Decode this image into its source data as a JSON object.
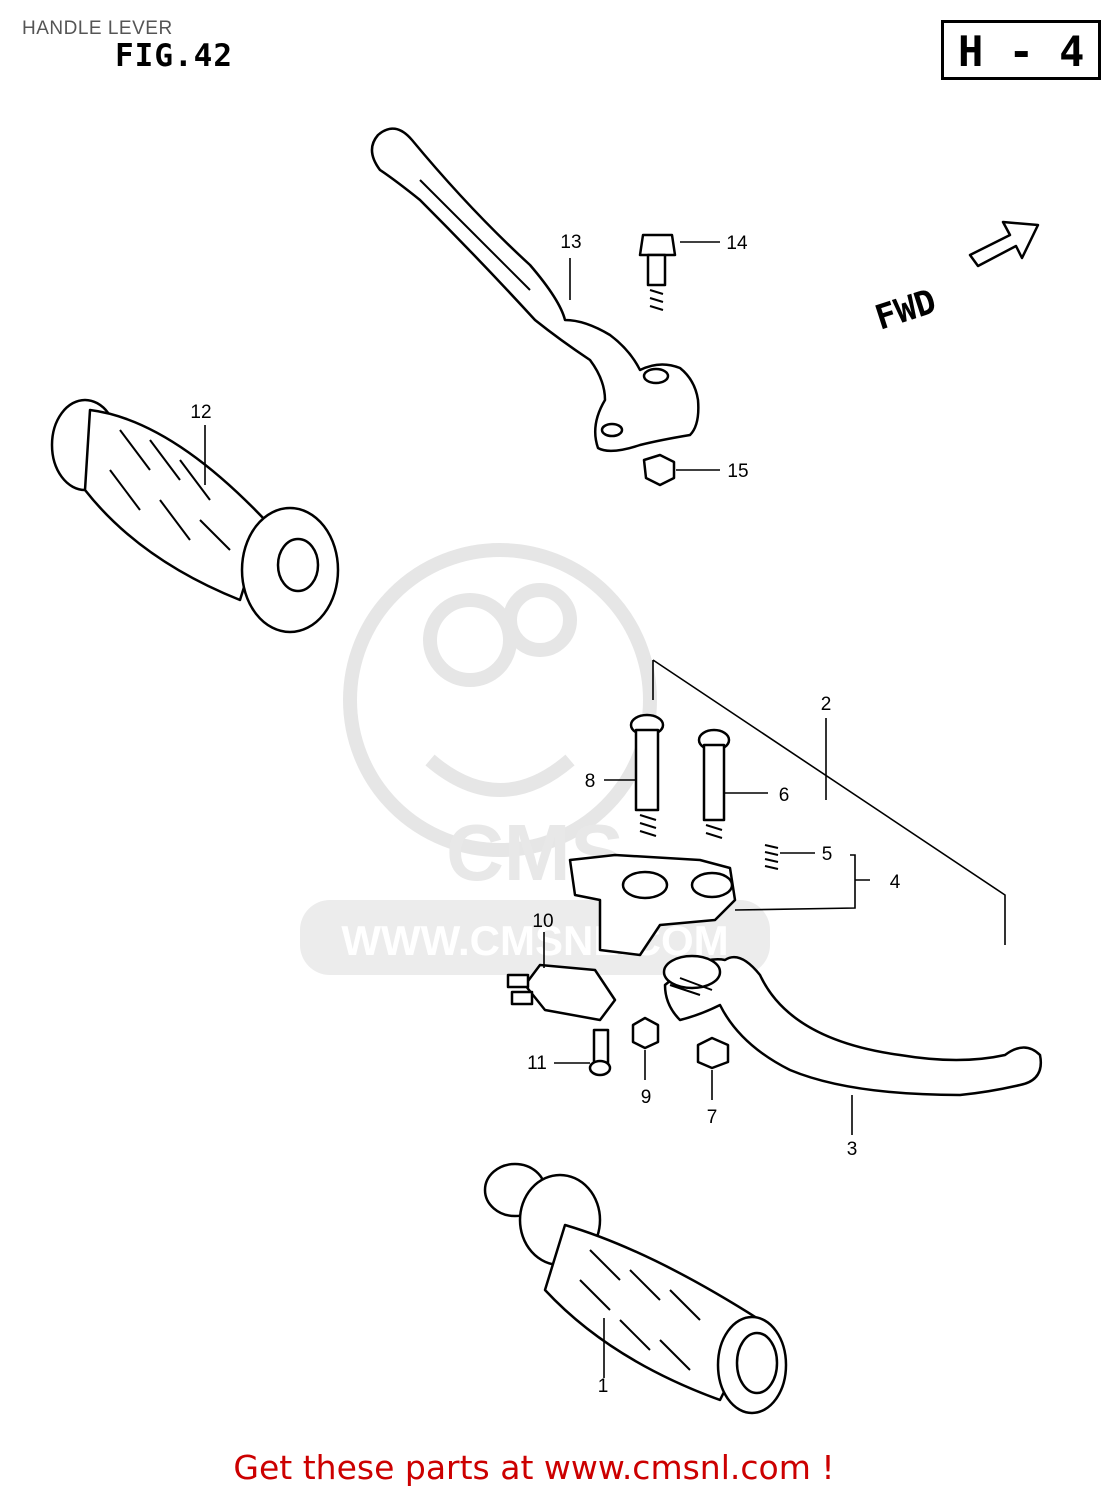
{
  "header": {
    "title": "HANDLE LEVER",
    "figure": "FIG.42",
    "section_code": "H - 4",
    "direction_label": "FWD"
  },
  "callouts": [
    "1",
    "2",
    "3",
    "4",
    "5",
    "6",
    "7",
    "8",
    "9",
    "10",
    "11",
    "12",
    "13",
    "14",
    "15"
  ],
  "watermark": {
    "text": "WWW.CMSNL.COM",
    "logo": "CMS"
  },
  "footer": {
    "text": "Get these parts at www.cmsnl.com !"
  },
  "colors": {
    "footer": "#cc0000",
    "lines": "#000000",
    "watermark": "#e6e6e6"
  }
}
